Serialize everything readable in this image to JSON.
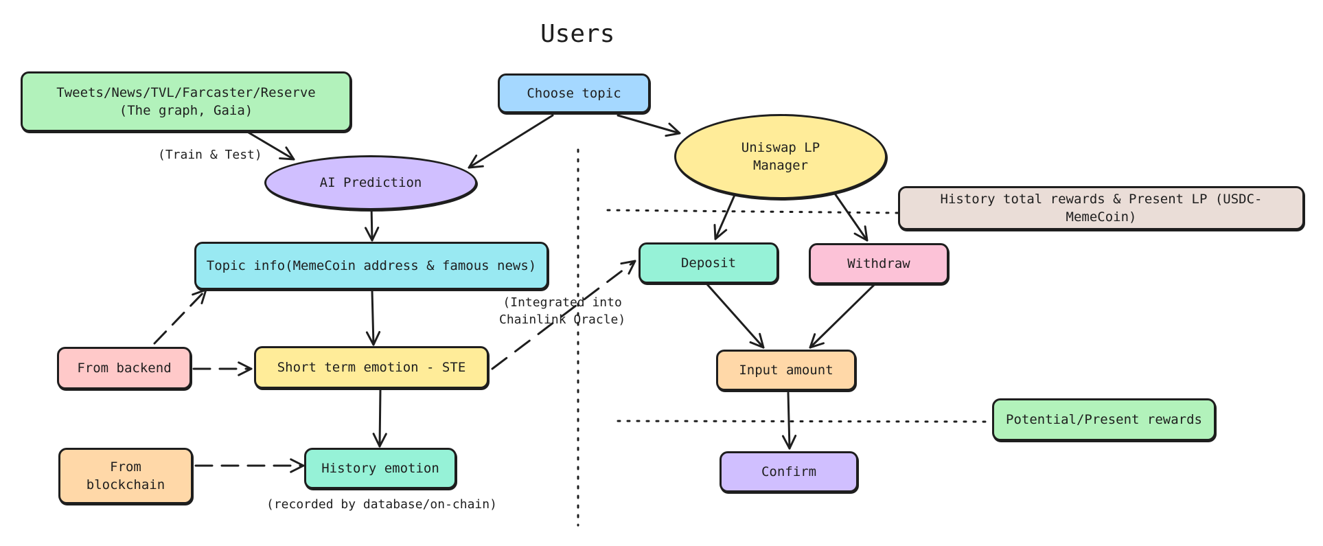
{
  "title": "Users",
  "nodes": {
    "sources": "Tweets/News/TVL/Farcaster/Reserve\n(The graph, Gaia)",
    "choose_topic": "Choose topic",
    "ai_prediction": "AI Prediction",
    "topic_info": "Topic info(MemeCoin address & famous news)",
    "from_backend": "From backend",
    "short_term_emotion": "Short term emotion - STE",
    "from_blockchain": "From\nblockchain",
    "history_emotion": "History emotion",
    "uniswap_lp_manager": "Uniswap LP\nManager",
    "history_rewards": "History total rewards & Present LP (USDC-MemeCoin)",
    "deposit": "Deposit",
    "withdraw": "Withdraw",
    "input_amount": "Input amount",
    "potential_rewards": "Potential/Present rewards",
    "confirm": "Confirm"
  },
  "labels": {
    "train_test": "(Train & Test)",
    "integrated": "(Integrated into\nChainlink Oracle)",
    "recorded": "(recorded by database/on-chain)"
  },
  "colors": {
    "green": "#b2f2bb",
    "blue": "#a5d8ff",
    "purple": "#d0bfff",
    "cyan": "#99e9f2",
    "pink": "#ffc9c9",
    "yellow": "#ffec99",
    "orange": "#ffd8a8",
    "teal": "#96f2d7",
    "beige": "#eaddd7",
    "magenta": "#fcc2d7",
    "stroke": "#1e1e1e"
  }
}
